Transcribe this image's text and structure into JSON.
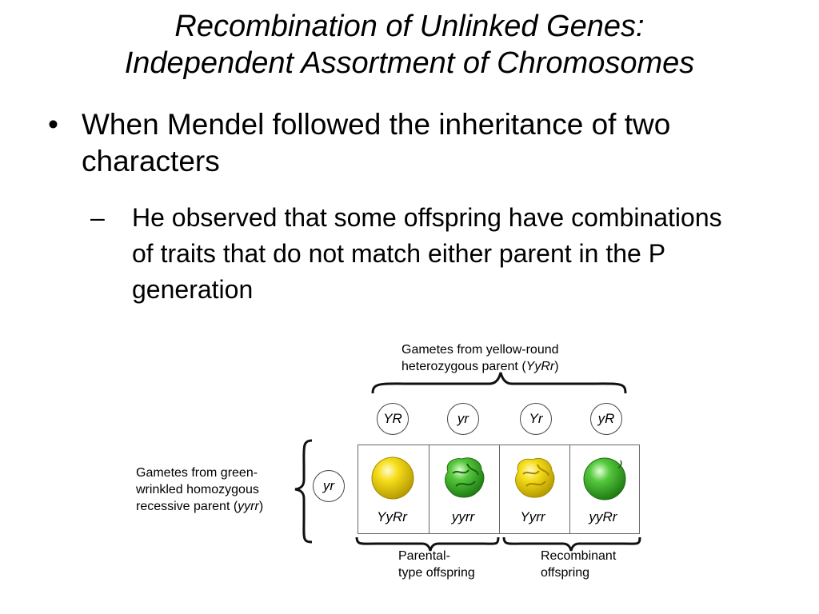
{
  "title": {
    "line1": "Recombination of Unlinked Genes:",
    "line2": "Independent Assortment of Chromosomes"
  },
  "bullet": {
    "mark": "•",
    "text": "When Mendel followed the inheritance of two characters"
  },
  "sub_bullet": {
    "mark": "–",
    "text": "He observed that some offspring have combinations of traits that do not match either parent in the P generation"
  },
  "diagram": {
    "top_label": {
      "line1": "Gametes from yellow-round",
      "line2_prefix": "heterozygous parent (",
      "line2_italic": "YyRr",
      "line2_suffix": ")"
    },
    "left_label": {
      "line1": "Gametes from green-",
      "line2": "wrinkled homozygous",
      "line3_prefix": "recessive parent (",
      "line3_italic": "yyrr",
      "line3_suffix": ")"
    },
    "top_gametes": [
      "YR",
      "yr",
      "Yr",
      "yR"
    ],
    "left_gamete": "yr",
    "offspring": [
      {
        "genotype": "YyRr",
        "color": "yellow",
        "shape": "round"
      },
      {
        "genotype": "yyrr",
        "color": "green",
        "shape": "wrinkled"
      },
      {
        "genotype": "Yyrr",
        "color": "yellow",
        "shape": "wrinkled"
      },
      {
        "genotype": "yyRr",
        "color": "green",
        "shape": "round"
      }
    ],
    "parental_label": {
      "line1": "Parental-",
      "line2": "type offspring"
    },
    "recombinant_label": {
      "line1": "Recombinant",
      "line2": "offspring"
    },
    "colors": {
      "yellow": "#f2d400",
      "green": "#3fb52e",
      "line": "#222222"
    }
  }
}
